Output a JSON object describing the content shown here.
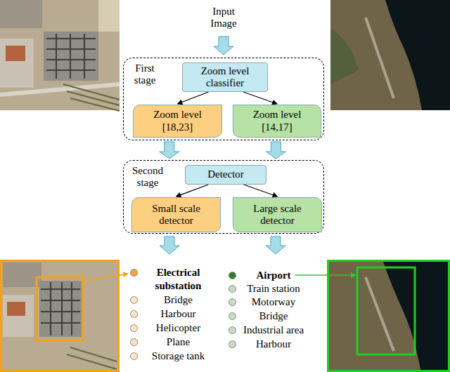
{
  "diagram": {
    "nodes": [
      {
        "text": [
          "First stage"
        ]
      },
      {
        "text": [
          "Zoom level classifier"
        ],
        "in": 0
      },
      {
        "text": [
          "Zoom level [18,23]"
        ],
        "in": 0
      },
      {
        "text": [
          "Zoom level [14,17]"
        ],
        "in": 0
      },
      {
        "text": [
          "Second stage"
        ]
      },
      {
        "text": [
          "Detector"
        ],
        "in": 4
      },
      {
        "text": [
          "Small scale detector"
        ],
        "in": 4
      },
      {
        "text": [
          "Large scale detector"
        ],
        "in": 4
      }
    ],
    "edges": [
      {
        "from": 1,
        "to": 2,
        "arrow": "to"
      },
      {
        "from": 1,
        "to": 3,
        "arrow": "to"
      },
      {
        "from": 0,
        "to": 4,
        "arrow": "to"
      },
      {
        "from": 0,
        "to": 4,
        "arrow": "to"
      },
      {
        "from": 5,
        "to": 6,
        "arrow": "to"
      },
      {
        "from": 5,
        "to": 7,
        "arrow": "to"
      }
    ],
    "labels": [
      "Input Image"
    ],
    "legend": [
      {
        "text": "Electrical substation",
        "color": "#f5a43c"
      },
      {
        "text": "Bridge",
        "color": "#fde3c2"
      },
      {
        "text": "Harbour",
        "color": "#fde3c2"
      },
      {
        "text": "Helicopter",
        "color": "#fde3c2"
      },
      {
        "text": "Plane",
        "color": "#fde3c2"
      },
      {
        "text": "Storage tank",
        "color": "#fde3c2"
      },
      {
        "text": "Airport",
        "color": "#2f7d2f"
      },
      {
        "text": "Train station",
        "color": "#c8dbc1"
      },
      {
        "text": "Motorway",
        "color": "#c8dbc1"
      },
      {
        "text": "Bridge",
        "color": "#c8dbc1"
      },
      {
        "text": "Industrial area",
        "color": "#c8dbc1"
      },
      {
        "text": "Harbour",
        "color": "#c8dbc1"
      }
    ]
  }
}
